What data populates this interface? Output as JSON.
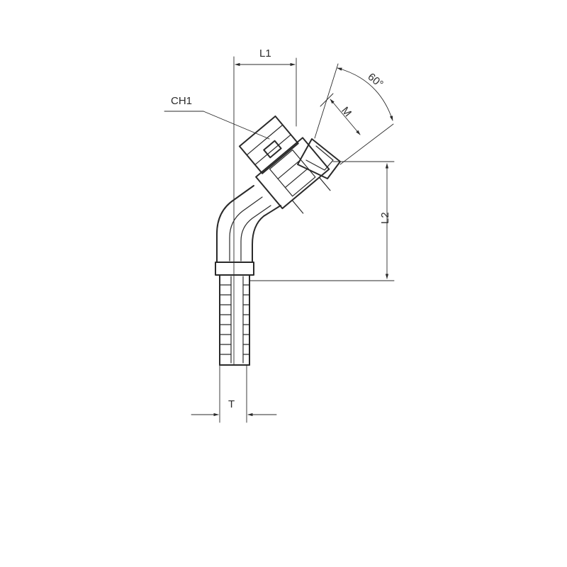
{
  "labels": {
    "l1": "L1",
    "ch1": "CH1",
    "m": "M",
    "angle": "60°",
    "l2": "L2",
    "t": "T"
  }
}
